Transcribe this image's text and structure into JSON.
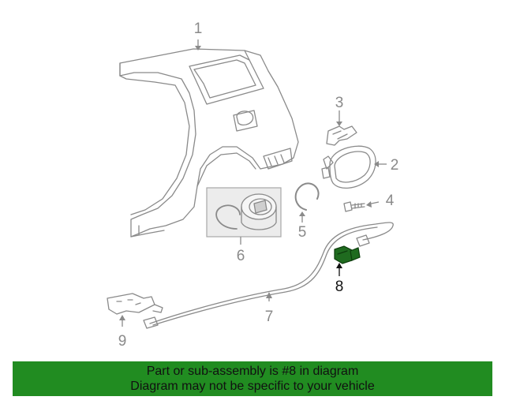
{
  "callouts": {
    "c1": "1",
    "c2": "2",
    "c3": "3",
    "c4": "4",
    "c5": "5",
    "c6": "6",
    "c7": "7",
    "c8": "8",
    "c9": "9"
  },
  "highlighted_part": "8",
  "colors": {
    "banner_background": "#218c21",
    "highlighted_part": "#1f6b1f",
    "line_art": "#8a8a8a"
  },
  "banner": {
    "line1": "Part or sub-assembly is #8 in diagram",
    "line2": "Diagram may not be specific to your vehicle"
  }
}
